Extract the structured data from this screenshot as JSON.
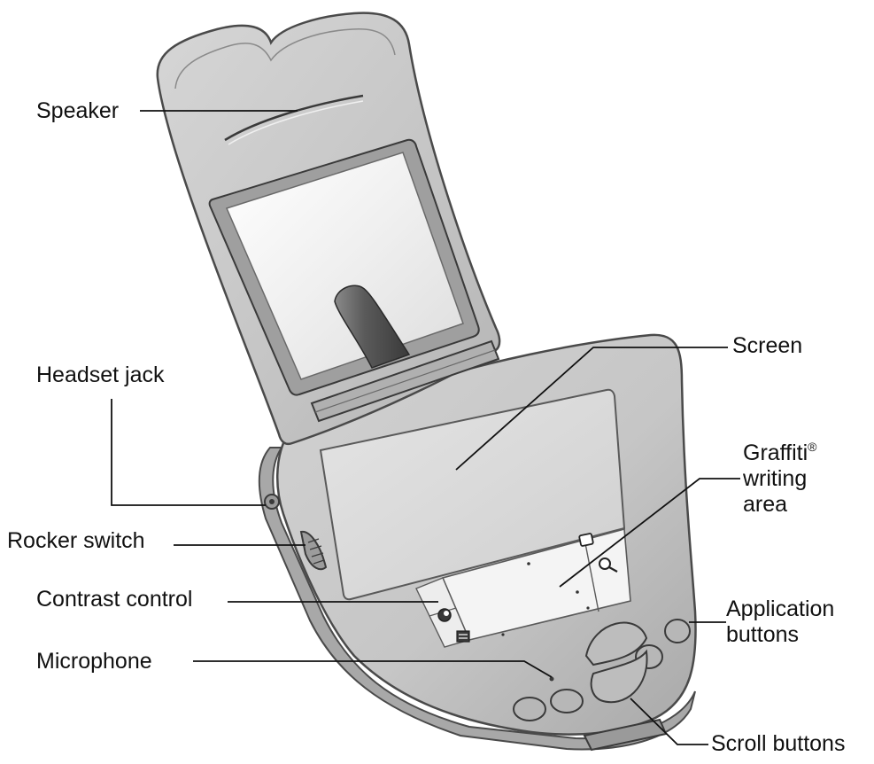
{
  "labels": {
    "speaker": "Speaker",
    "headset_jack": "Headset jack",
    "rocker_switch": "Rocker switch",
    "contrast_control": "Contrast control",
    "microphone": "Microphone",
    "screen": "Screen",
    "graffiti_line1": "Graffiti",
    "graffiti_reg": "®",
    "graffiti_line2": "writing",
    "graffiti_line3": "area",
    "application_line1": "Application",
    "application_line2": "buttons",
    "scroll_buttons": "Scroll buttons"
  },
  "colors": {
    "device_body": "#c9c9c9",
    "device_outline": "#4a4a4a",
    "screen": "#dcdcdc",
    "mirror": "#f2f2f2",
    "leader_line": "#111111",
    "label_text": "#111111"
  }
}
